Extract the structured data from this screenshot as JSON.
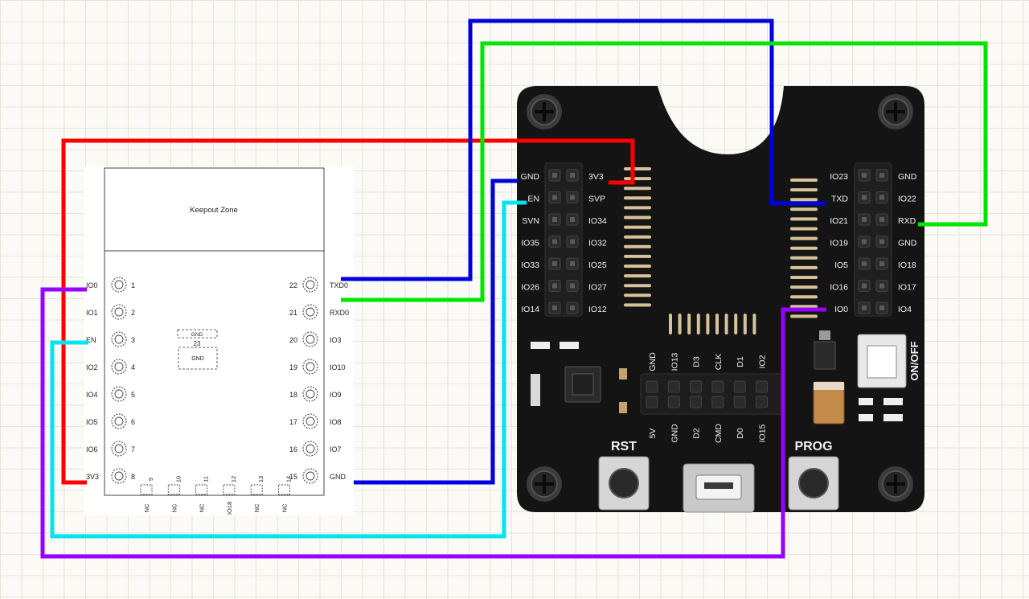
{
  "module": {
    "keepout_label": "Keepout Zone",
    "left_pins": [
      {
        "label": "IO0",
        "num": "1"
      },
      {
        "label": "IO1",
        "num": "2"
      },
      {
        "label": "EN",
        "num": "3"
      },
      {
        "label": "IO2",
        "num": "4"
      },
      {
        "label": "IO4",
        "num": "5"
      },
      {
        "label": "IO5",
        "num": "6"
      },
      {
        "label": "IO6",
        "num": "7"
      },
      {
        "label": "3V3",
        "num": "8"
      }
    ],
    "right_pins": [
      {
        "label": "TXD0",
        "num": "22"
      },
      {
        "label": "RXD0",
        "num": "21"
      },
      {
        "label": "IO3",
        "num": "20"
      },
      {
        "label": "IO10",
        "num": "19"
      },
      {
        "label": "IO9",
        "num": "18"
      },
      {
        "label": "IO8",
        "num": "17"
      },
      {
        "label": "IO7",
        "num": "16"
      },
      {
        "label": "GND",
        "num": "15"
      }
    ],
    "bottom_pins": [
      {
        "num": "9",
        "label": "NC"
      },
      {
        "num": "10",
        "label": "NC"
      },
      {
        "num": "11",
        "label": "NC"
      },
      {
        "num": "12",
        "label": "IO18"
      },
      {
        "num": "13",
        "label": "NC"
      },
      {
        "num": "14",
        "label": "NC"
      }
    ],
    "pad_gnd_top": "GND",
    "pad_num": "23",
    "pad_gnd": "GND"
  },
  "board": {
    "header_left_outer": [
      "GND",
      "EN",
      "SVN",
      "IO35",
      "IO33",
      "IO26",
      "IO14"
    ],
    "header_left_inner": [
      "3V3",
      "SVP",
      "IO34",
      "IO32",
      "IO25",
      "IO27",
      "IO12"
    ],
    "header_right_outer": [
      "IO23",
      "TXD",
      "IO21",
      "IO19",
      "IO5",
      "IO16",
      "IO0"
    ],
    "header_right_inner": [
      "GND",
      "IO22",
      "RXD",
      "GND",
      "IO18",
      "IO17",
      "IO4"
    ],
    "bottom_header_top": [
      "GND",
      "IO13",
      "D3",
      "CLK",
      "D1",
      "IO2"
    ],
    "bottom_header_bottom": [
      "5V",
      "GND",
      "D2",
      "CMD",
      "D0",
      "IO15"
    ],
    "rst_label": "RST",
    "prog_label": "PROG",
    "switch_label": "ON/OFF"
  },
  "wires": [
    {
      "name": "3v3-wire",
      "color": "#ff0000"
    },
    {
      "name": "txd-wire",
      "color": "#0000e0"
    },
    {
      "name": "rxd-wire",
      "color": "#00e600"
    },
    {
      "name": "gnd-en-wire",
      "color": "#0000e0"
    },
    {
      "name": "en-wire",
      "color": "#00e5f0"
    },
    {
      "name": "io0-wire",
      "color": "#9900ff"
    }
  ]
}
